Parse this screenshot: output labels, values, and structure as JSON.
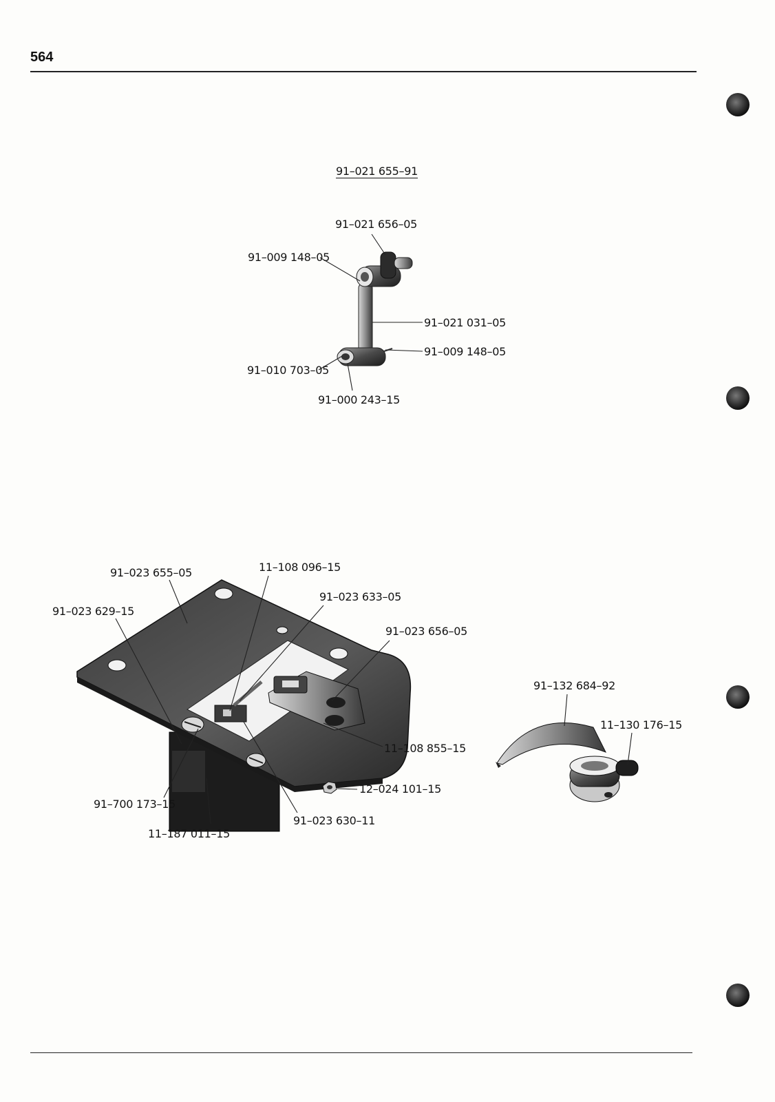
{
  "page": {
    "number": "564"
  },
  "upper_assembly": {
    "title": "91–021 655–91",
    "labels": [
      "91–021 656–05",
      "91–009 148–05",
      "91–021 031–05",
      "91–009 148–05",
      "91–010 703–05",
      "91–000 243–15"
    ]
  },
  "plate_assembly": {
    "labels": [
      "91–023 655–05",
      "11–108 096–15",
      "91–023 633–05",
      "91–023 629–15",
      "91–023 656–05",
      "11–108 855–15",
      "12–024 101–15",
      "91–700 173–15",
      "91–023 630–11",
      "11–187 011–15"
    ]
  },
  "hook_assembly": {
    "labels": [
      "91–132 684–92",
      "11–130 176–15"
    ]
  }
}
